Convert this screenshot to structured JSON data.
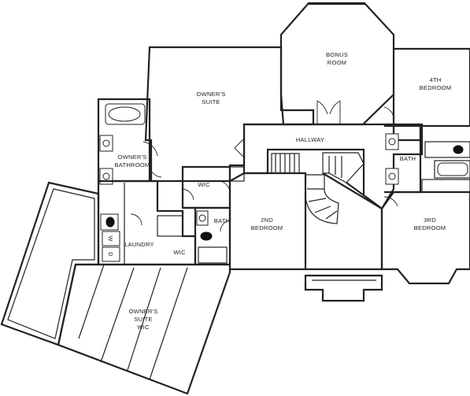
{
  "rooms": {
    "bonus": [
      "BONUS",
      "ROOM"
    ],
    "fourth_bedroom": [
      "4TH",
      "BEDROOM"
    ],
    "owners_suite": [
      "OWNER'S",
      "SUITE"
    ],
    "hallway": "HALLWAY",
    "bath_right": "BATH",
    "owners_bathroom": [
      "OWNER'S",
      "BATHROOM"
    ],
    "wic_upper": "WIC",
    "bath_center": "BATH",
    "second_bedroom": [
      "2ND",
      "BEDROOM"
    ],
    "third_bedroom": [
      "3RD",
      "BEDROOM"
    ],
    "laundry": "LAUNDRY",
    "wic_lower": "WIC",
    "owners_suite_wic": [
      "OWNER'S",
      "SUITE",
      "WIC"
    ]
  },
  "appliances": {
    "washer": "W",
    "dryer": "D"
  }
}
